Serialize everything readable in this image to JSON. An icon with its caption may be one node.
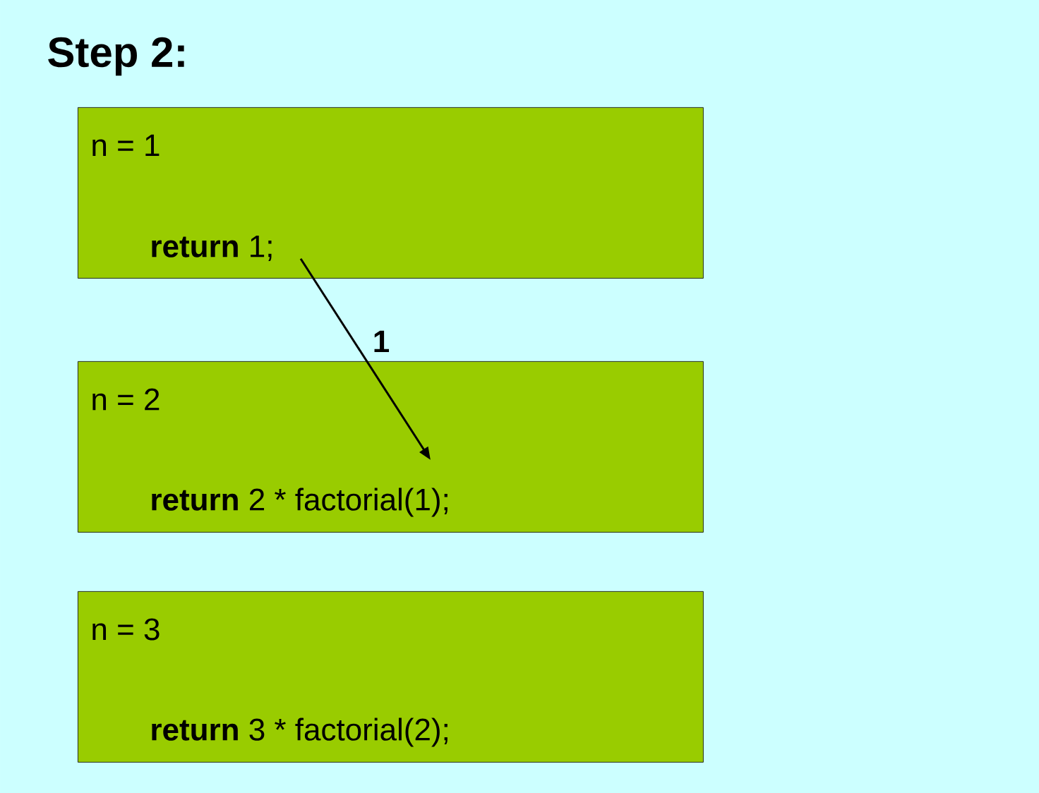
{
  "diagram": {
    "title": "Step 2:",
    "nodes": [
      {
        "text": [
          "n = 1",
          "**return** 1;"
        ]
      },
      {
        "text": [
          "n = 2",
          "**return** 2 * factorial(1);"
        ]
      },
      {
        "text": [
          "n = 3",
          "**return** 3 * factorial(2);"
        ]
      }
    ],
    "edges": [
      {
        "from": 0,
        "to": 1,
        "arrow": "to",
        "label": "1"
      }
    ]
  }
}
